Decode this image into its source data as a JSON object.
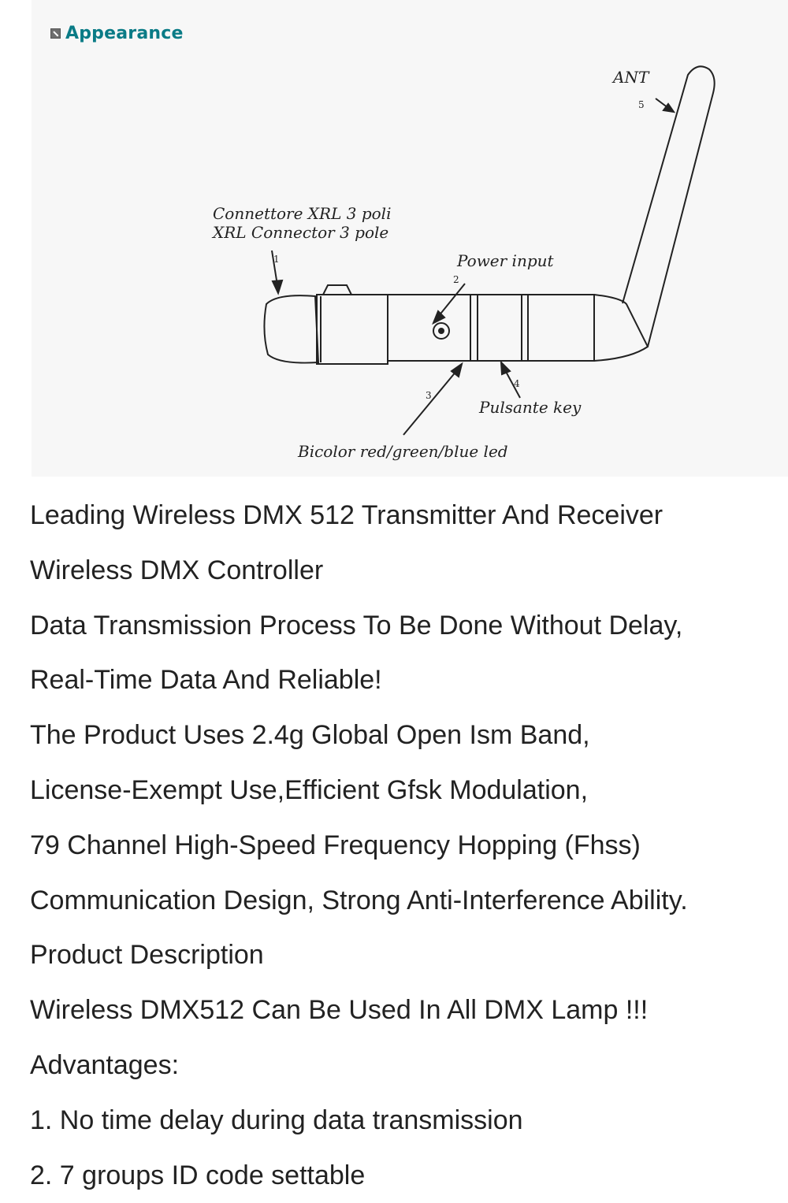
{
  "section": {
    "icon": "collapse-icon",
    "title": "Appearance"
  },
  "diagram": {
    "labels": {
      "antenna": "ANT",
      "antenna_num": "5",
      "connector_it": "Connettore XRL 3 poli",
      "connector_en": "XRL Connector 3 pole",
      "connector_num": "1",
      "power": "Power input",
      "power_num": "2",
      "led_num": "3",
      "key_num": "4",
      "key": "Pulsante key",
      "led": "Bicolor red/green/blue led"
    }
  },
  "description": {
    "lines": [
      "Leading Wireless DMX 512 Transmitter And Receiver",
      "Wireless DMX Controller",
      "Data Transmission Process To Be Done Without Delay,",
      "Real-Time Data And Reliable!",
      "The Product Uses 2.4g Global Open Ism Band,",
      "License-Exempt Use,Efficient Gfsk Modulation,",
      "79 Channel High-Speed Frequency Hopping (Fhss)",
      "Communication Design, Strong Anti-Interference Ability.",
      "Product Description",
      "Wireless DMX512 Can Be Used In All DMX Lamp !!!",
      "Advantages:",
      "1. No time delay during data transmission",
      "2. 7 groups ID code settable"
    ]
  }
}
